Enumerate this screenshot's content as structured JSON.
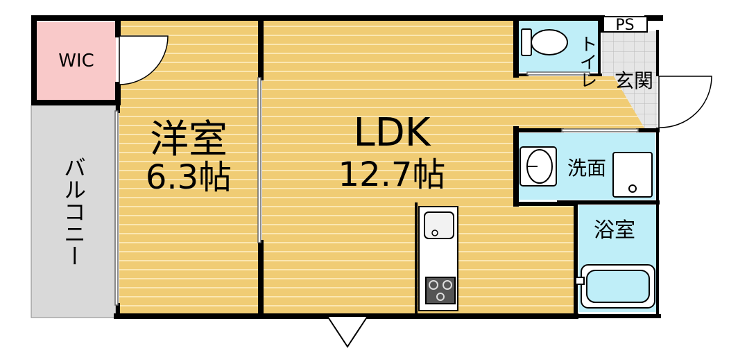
{
  "rooms": {
    "wic": {
      "name": "WIC"
    },
    "balcony": {
      "name": "バルコニー"
    },
    "western": {
      "name": "洋室",
      "size": "6.3帖"
    },
    "ldk": {
      "name": "LDK",
      "size": "12.7帖"
    },
    "toilet": {
      "name": "トイレ"
    },
    "ps": {
      "name": "PS"
    },
    "entrance": {
      "name": "玄関"
    },
    "washroom": {
      "name": "洗面"
    },
    "bathroom": {
      "name": "浴室"
    }
  },
  "colors": {
    "floor_wood": "#f0cc74",
    "floor_stripe": "#fbe7b2",
    "wic": "#f9c9c9",
    "balcony": "#d9d9d9",
    "wet_area": "#bfeef8",
    "entrance_tile": "#e6e6e6",
    "wall": "#000000"
  }
}
